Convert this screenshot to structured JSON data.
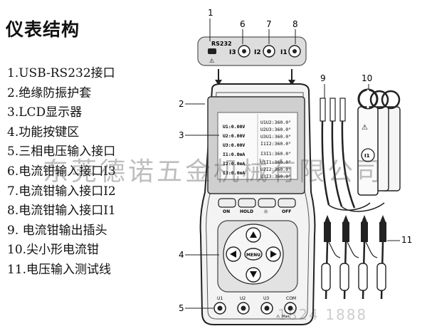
{
  "title": "仪表结构",
  "legend": [
    "1.USB-RS232接口",
    "2.绝缘防振护套",
    "3.LCD显示器",
    "4.功能按键区",
    "5.三相电压输入接口",
    "6.电流钳输入接口I3",
    "7.电流钳输入接口I2",
    "8.电流钳输入接口I1",
    "9.  电流钳输出插头",
    "10.尖小形电流钳",
    "11.电压输入测试线"
  ],
  "callouts": {
    "n1": "1",
    "n2": "2",
    "n3": "3",
    "n4": "4",
    "n5": "5",
    "n6": "6",
    "n7": "7",
    "n8": "8",
    "n9": "9",
    "n10": "10",
    "n11": "11"
  },
  "port_strip": {
    "rs232": "RS232",
    "i3": "I3",
    "i2": "I2",
    "i1": "I1"
  },
  "lcd": {
    "left": [
      "U1:0.00V",
      "U2:0.00V",
      "U3:0.00V",
      "I1:0.0mA",
      "I2:0.0mA",
      "I3:0.0mA"
    ],
    "right": [
      "U1U2:360.0°",
      "U2U3:360.0°",
      "U3U1:360.0°",
      "I1I2:360.0°",
      "I3I1:360.0°",
      "U1I1:360.0°",
      "U2I2:360.0°",
      "U3I3:360.0°"
    ]
  },
  "buttons": {
    "on": "ON",
    "hold": "HOLD",
    "light": "☼",
    "off": "OFF",
    "menu": "MENU"
  },
  "jacks": {
    "u1": "U1",
    "u2": "U2",
    "u3": "U3",
    "com": "COM",
    "max": "Max"
  },
  "clamp_label": "I1",
  "watermark": "东莞德诺五金机械有限公司",
  "watermark_phone": "1824 1888"
}
